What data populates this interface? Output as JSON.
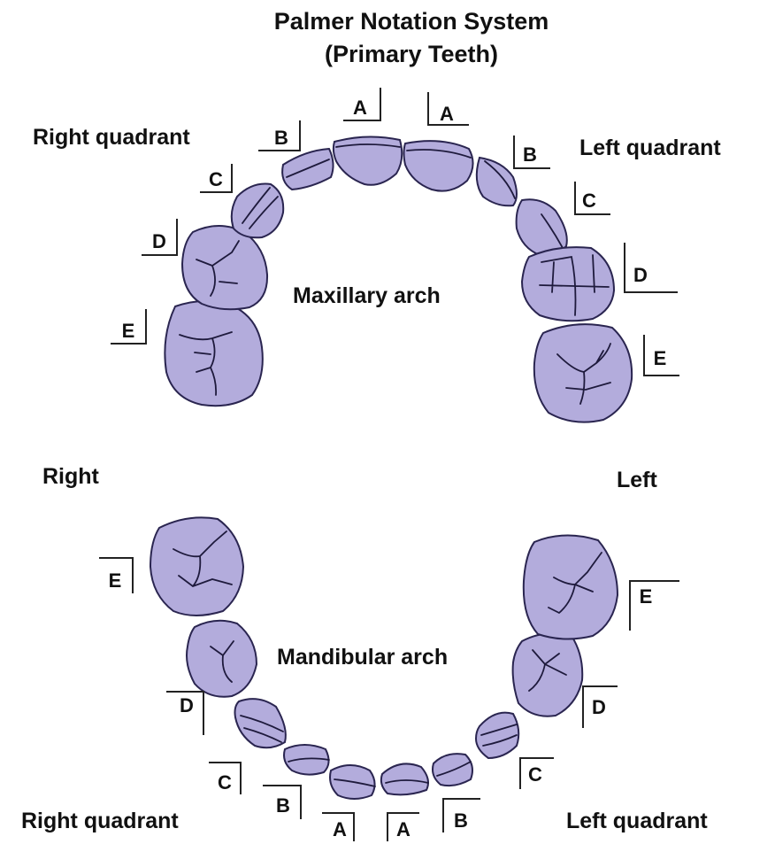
{
  "title": {
    "line1": "Palmer Notation System",
    "line2": "(Primary Teeth)"
  },
  "labels": {
    "upper_right_quadrant": "Right quadrant",
    "upper_left_quadrant": "Left quadrant",
    "middle_right": "Right",
    "middle_left": "Left",
    "lower_right_quadrant": "Right quadrant",
    "lower_left_quadrant": "Left quadrant",
    "maxillary_arch": "Maxillary arch",
    "mandibular_arch": "Mandibular arch"
  },
  "tooth_codes": {
    "maxillary_right": [
      "A",
      "B",
      "C",
      "D",
      "E"
    ],
    "maxillary_left": [
      "A",
      "B",
      "C",
      "D",
      "E"
    ],
    "mandibular_right": [
      "A",
      "B",
      "C",
      "D",
      "E"
    ],
    "mandibular_left": [
      "A",
      "B",
      "C",
      "D",
      "E"
    ]
  },
  "colors": {
    "tooth_fill": "#b3acdc",
    "tooth_outline": "#2a2550"
  }
}
